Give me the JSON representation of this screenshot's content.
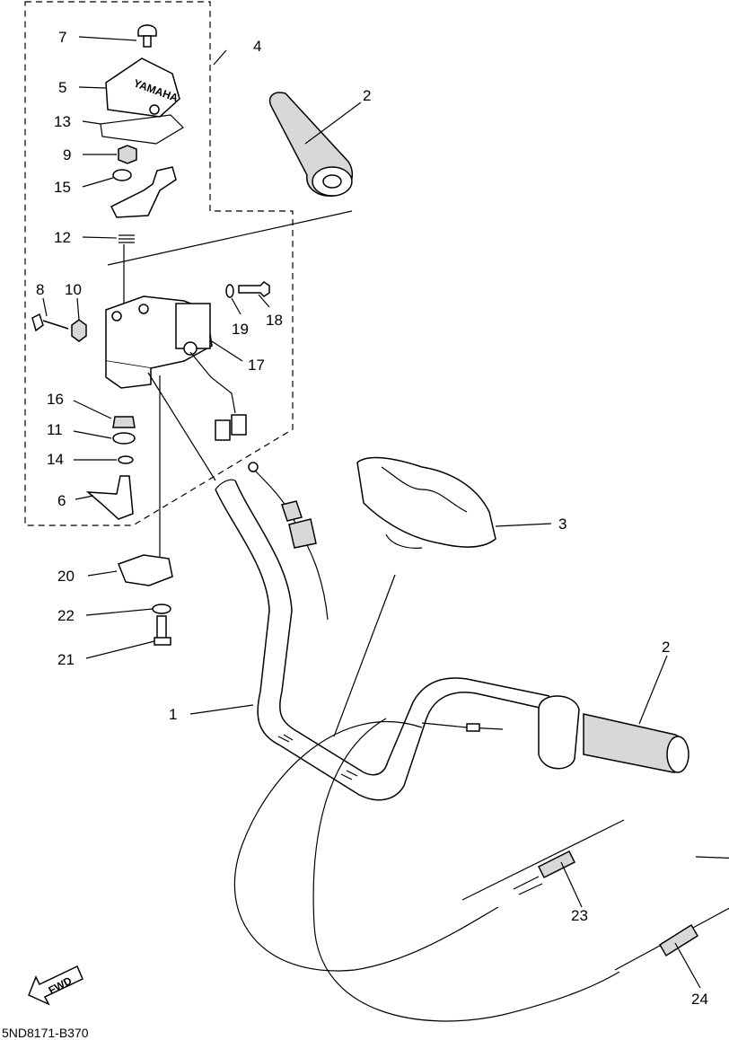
{
  "callouts": {
    "c1": "1",
    "c2a": "2",
    "c2b": "2",
    "c3": "3",
    "c4": "4",
    "c5": "5",
    "c6": "6",
    "c7": "7",
    "c8": "8",
    "c9": "9",
    "c10": "10",
    "c11": "11",
    "c12": "12",
    "c13": "13",
    "c14": "14",
    "c15": "15",
    "c16": "16",
    "c17": "17",
    "c18": "18",
    "c19": "19",
    "c20": "20",
    "c21": "21",
    "c22": "22",
    "c23": "23",
    "c24": "24"
  },
  "diagram_code": "5ND8171-B370",
  "fwd_label": "FWD",
  "brand_mark": "YAMAHA"
}
